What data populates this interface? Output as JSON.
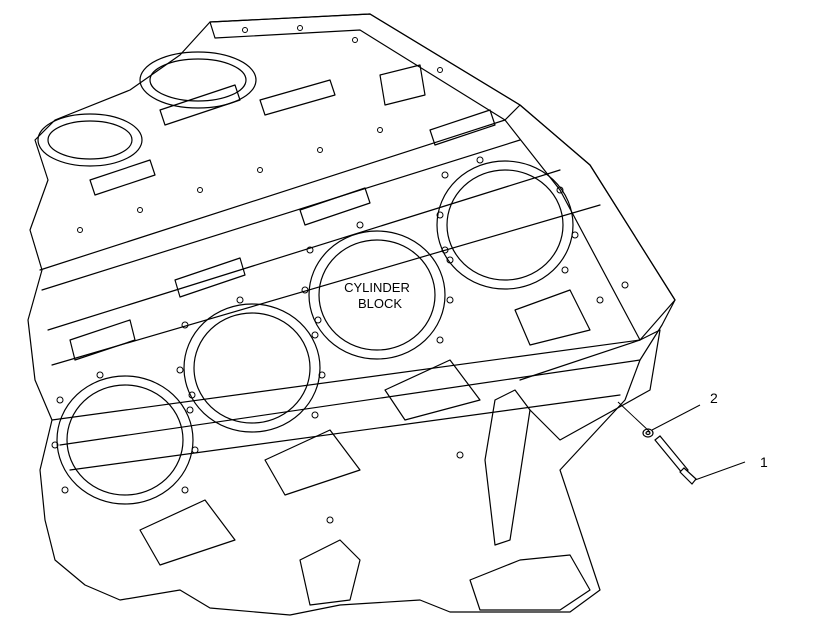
{
  "labels": {
    "block_line1": "CYLINDER",
    "block_line2": "BLOCK"
  },
  "callouts": [
    {
      "number": "1"
    },
    {
      "number": "2"
    }
  ],
  "colors": {
    "line": "#000000",
    "background": "#ffffff"
  }
}
